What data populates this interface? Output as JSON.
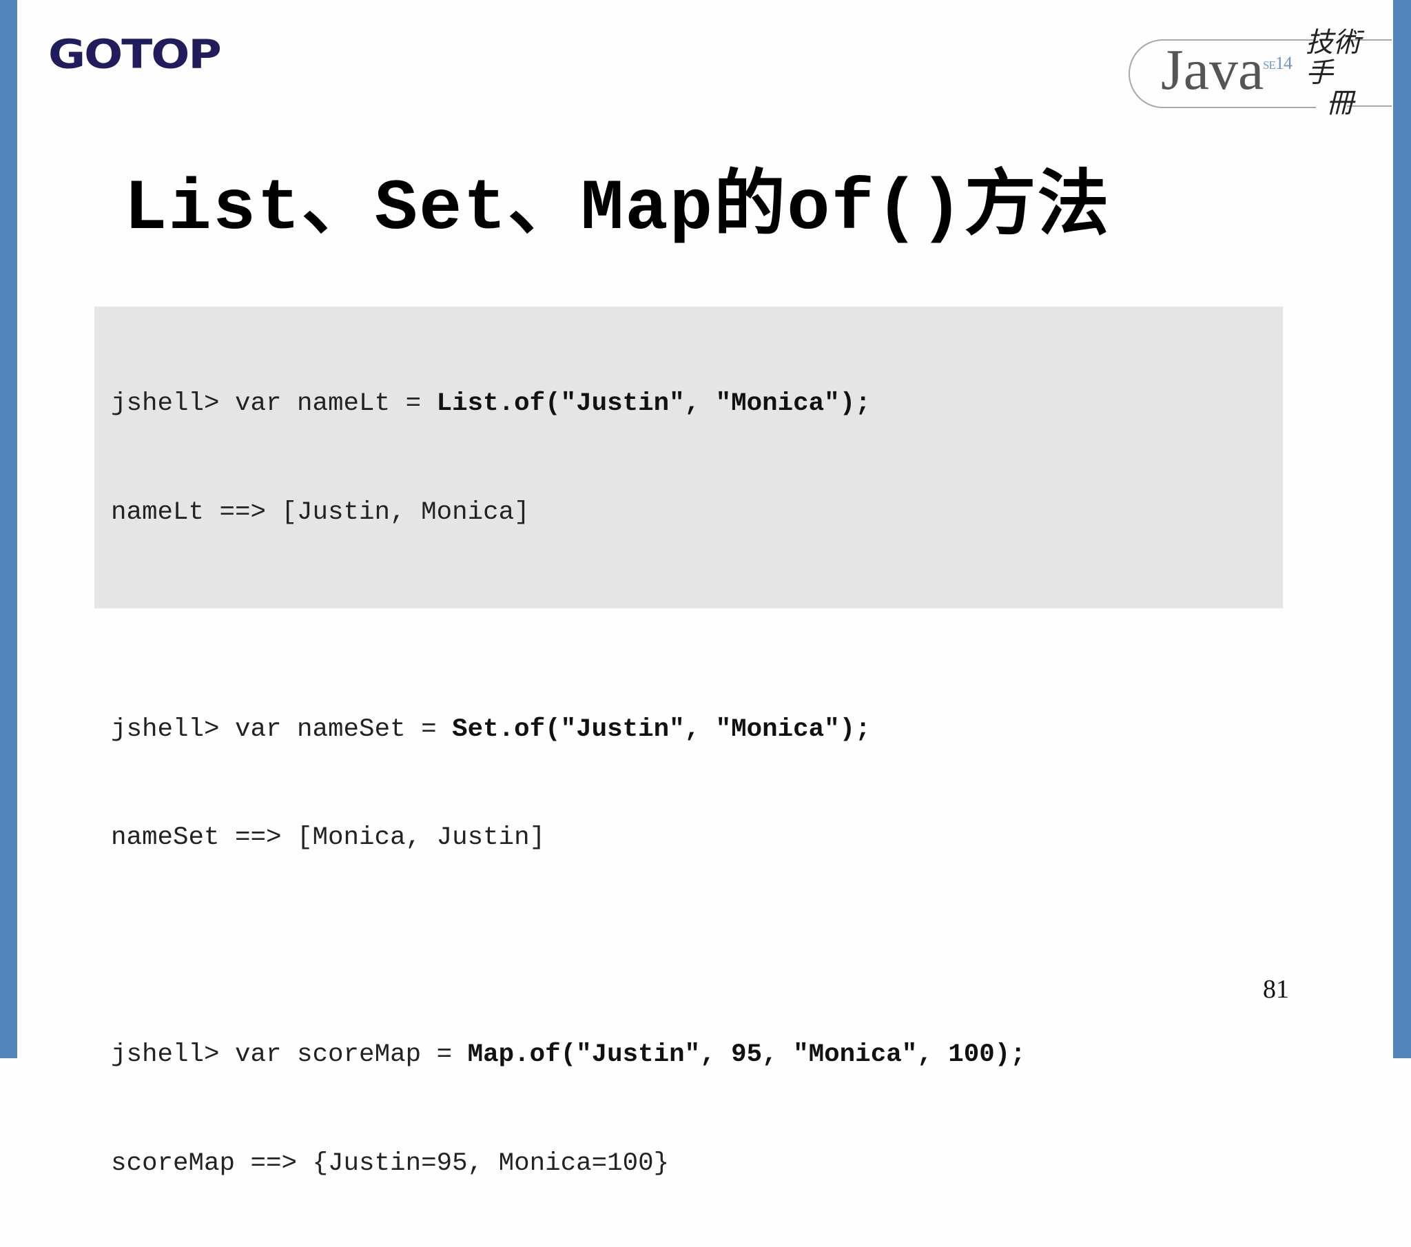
{
  "slide": {
    "brand": "GOTOP",
    "book_logo": {
      "word": "Java",
      "edition_prefix": "SE",
      "edition_number": "14",
      "subtitle_cjk": [
        "技",
        "術",
        "手",
        "冊"
      ]
    },
    "title": "List、Set、Map的of()方法",
    "code_lines": [
      {
        "prompt": "jshell> ",
        "plain": "var nameLt = ",
        "bold": "List.of(\"Justin\", \"Monica\");"
      },
      {
        "output": "nameLt ==> [Justin, Monica]"
      },
      {
        "prompt": "jshell> ",
        "plain": "var nameSet = ",
        "bold": "Set.of(\"Justin\", \"Monica\");"
      },
      {
        "output": "nameSet ==> [Monica, Justin]"
      },
      {
        "prompt": "jshell> ",
        "plain": "var scoreMap = ",
        "bold": "Map.of(\"Justin\", 95, \"Monica\", 100);"
      },
      {
        "output": "scoreMap ==> {Justin=95, Monica=100}"
      }
    ],
    "page_number": "81",
    "colors": {
      "side_bar": "#5387bb",
      "brand": "#211c5c",
      "code_background": "#e6e5e6",
      "edition_accent": "#6f96c3"
    }
  }
}
